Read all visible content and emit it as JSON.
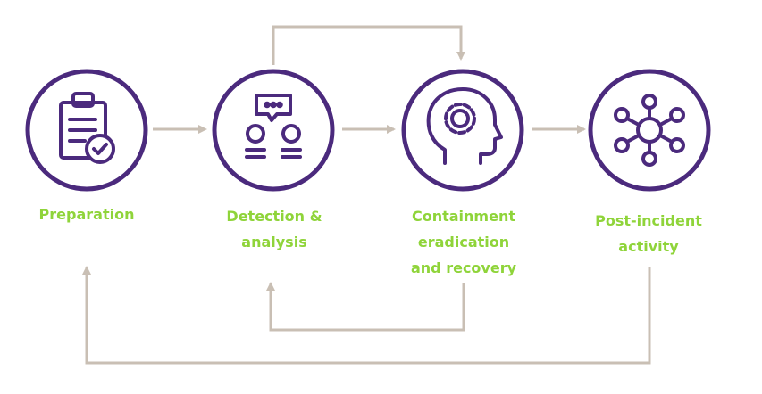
{
  "colors": {
    "circle": "#4b2a7d",
    "icon": "#4b2a7d",
    "label": "#8fd43a",
    "arrow": "#c9bfb4"
  },
  "stages": [
    {
      "id": "preparation",
      "label_lines": [
        "Preparation"
      ],
      "icon": "clipboard-check-icon"
    },
    {
      "id": "detection",
      "label_lines": [
        "Detection &",
        "analysis"
      ],
      "icon": "people-chat-icon"
    },
    {
      "id": "containment",
      "label_lines": [
        "Containment",
        "eradication",
        "and recovery"
      ],
      "icon": "head-gear-icon"
    },
    {
      "id": "post-incident",
      "label_lines": [
        "Post-incident",
        "activity"
      ],
      "icon": "network-hub-icon"
    }
  ]
}
